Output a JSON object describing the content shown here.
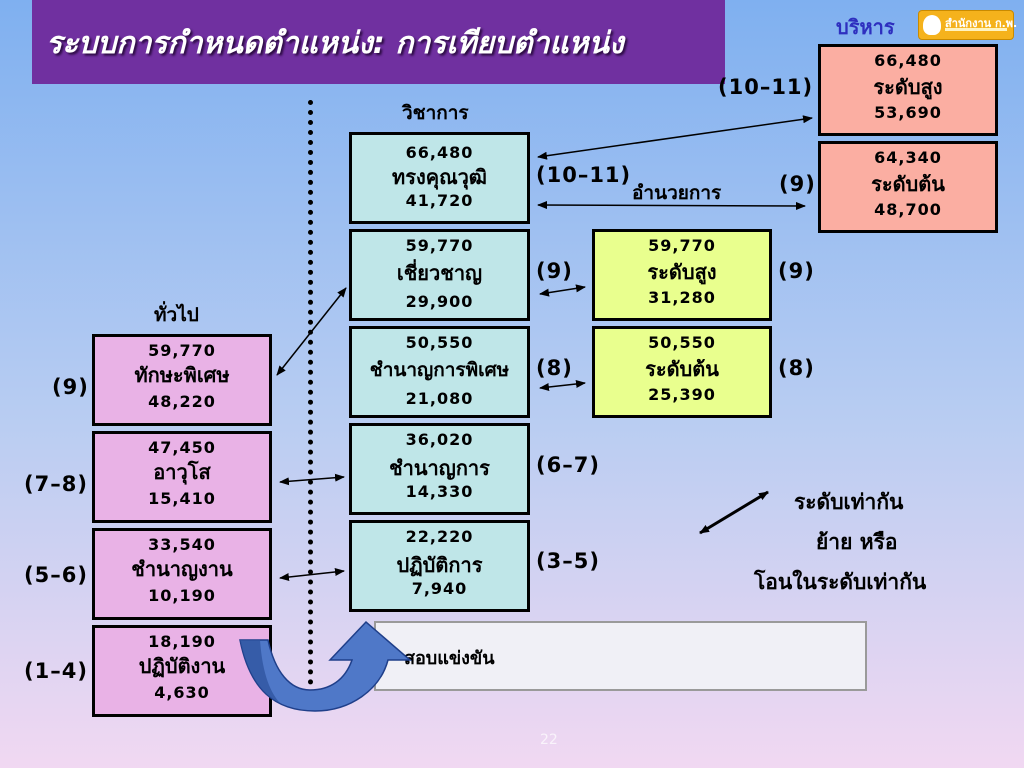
{
  "header": {
    "title": "ระบบการกำหนดตำแหน่ง: การเทียบตำแหน่ง",
    "logo_text": "สำนักงาน ก.พ."
  },
  "groups": {
    "general": "ทั่วไป",
    "academic": "วิชาการ",
    "director": "อำนวยการ",
    "executive": "บริหาร"
  },
  "general_boxes": [
    {
      "top": "59,770",
      "name": "ทักษะพิเศษ",
      "bottom": "48,220",
      "level": "(9)"
    },
    {
      "top": "47,450",
      "name": "อาวุโส",
      "bottom": "15,410",
      "level": "(7–8)"
    },
    {
      "top": "33,540",
      "name": "ชำนาญงาน",
      "bottom": "10,190",
      "level": "(5–6)"
    },
    {
      "top": "18,190",
      "name": "ปฏิบัติงาน",
      "bottom": "4,630",
      "level": "(1–4)"
    }
  ],
  "academic_boxes": [
    {
      "top": "66,480",
      "name": "ทรงคุณวุฒิ",
      "bottom": "41,720",
      "level": "(10–11)"
    },
    {
      "top": "59,770",
      "name": "เชี่ยวชาญ",
      "bottom": "29,900",
      "level": "(9)"
    },
    {
      "top": "50,550",
      "name": "ชำนาญการพิเศษ",
      "bottom": "21,080",
      "level": "(8)"
    },
    {
      "top": "36,020",
      "name": "ชำนาญการ",
      "bottom": "14,330",
      "level": "(6–7)"
    },
    {
      "top": "22,220",
      "name": "ปฏิบัติการ",
      "bottom": "7,940",
      "level": "(3–5)"
    }
  ],
  "director_boxes": [
    {
      "top": "59,770",
      "name": "ระดับสูง",
      "bottom": "31,280",
      "level": "(9)"
    },
    {
      "top": "50,550",
      "name": "ระดับต้น",
      "bottom": "25,390",
      "level": "(8)"
    }
  ],
  "executive_boxes": [
    {
      "top": "66,480",
      "name": "ระดับสูง",
      "bottom": "53,690",
      "level": "(10–11)"
    },
    {
      "top": "64,340",
      "name": "ระดับต้น",
      "bottom": "48,700",
      "level": "(9)"
    }
  ],
  "legend": {
    "line1": "ระดับเท่ากัน",
    "line2": "ย้าย หรือ",
    "line3": "โอนในระดับเท่ากัน"
  },
  "exam_label": "สอบแข่งขัน",
  "page_number": "22",
  "colors": {
    "title_bg": "#7030a0",
    "general": "#e9b2e6",
    "academic": "#bfe6e8",
    "director": "#e9ff8e",
    "executive": "#fbaea2",
    "curved_arrow": "#4f78c8"
  }
}
